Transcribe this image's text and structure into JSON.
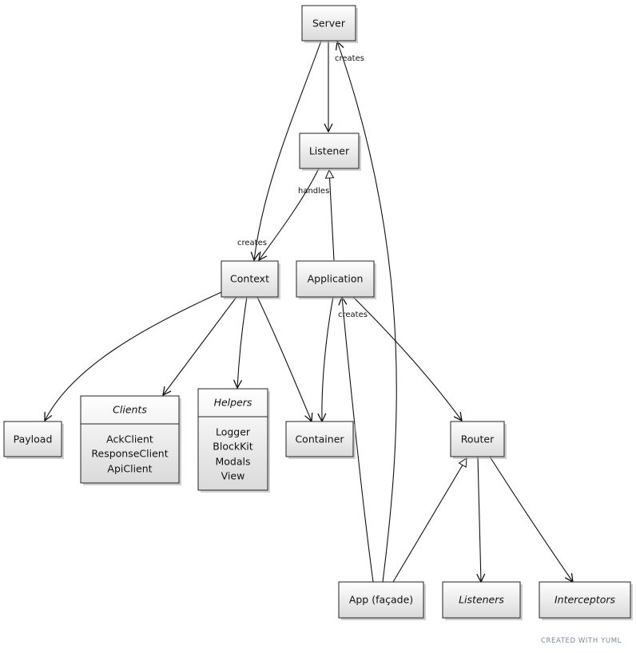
{
  "nodes": {
    "server": {
      "label": "Server"
    },
    "listener": {
      "label": "Listener"
    },
    "context": {
      "label": "Context"
    },
    "application": {
      "label": "Application"
    },
    "payload": {
      "label": "Payload"
    },
    "clients": {
      "label": "Clients",
      "members": [
        "AckClient",
        "ResponseClient",
        "ApiClient"
      ]
    },
    "helpers": {
      "label": "Helpers",
      "members": [
        "Logger",
        "BlockKit",
        "Modals",
        "View"
      ]
    },
    "container": {
      "label": "Container"
    },
    "router": {
      "label": "Router"
    },
    "app_facade": {
      "label": "App (façade)"
    },
    "listeners": {
      "label": "Listeners"
    },
    "interceptors": {
      "label": "Interceptors"
    }
  },
  "edge_labels": {
    "server_creates": "creates",
    "listener_handles": "handles",
    "context_creates": "creates",
    "application_creates": "creates"
  },
  "credit": "CREATED WITH YUML",
  "colors": {
    "box_top": "#ffffff",
    "box_bottom": "#dcdcdc",
    "stroke": "#222222"
  }
}
